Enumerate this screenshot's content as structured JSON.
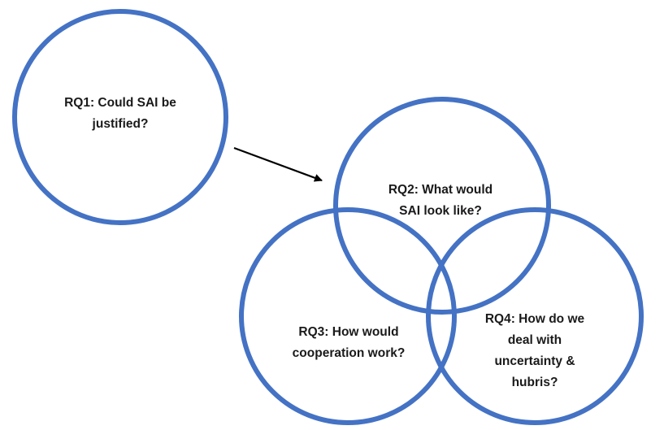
{
  "diagram": {
    "nodes": [
      {
        "id": "rq1",
        "lines": [
          "RQ1: Could SAI be",
          "justified?"
        ]
      },
      {
        "id": "rq2",
        "lines": [
          "RQ2: What would",
          "SAI look like?"
        ]
      },
      {
        "id": "rq3",
        "lines": [
          "RQ3: How would",
          "cooperation work?"
        ]
      },
      {
        "id": "rq4",
        "lines": [
          "RQ4: How do we",
          "deal with",
          "uncertainty &",
          "hubris?"
        ]
      }
    ],
    "edges": [
      {
        "from": "rq1",
        "to": "rq2",
        "type": "arrow"
      }
    ],
    "colors": {
      "circle_stroke": "#4472C4",
      "arrow": "#000000",
      "text": "#1a1a1a"
    }
  }
}
